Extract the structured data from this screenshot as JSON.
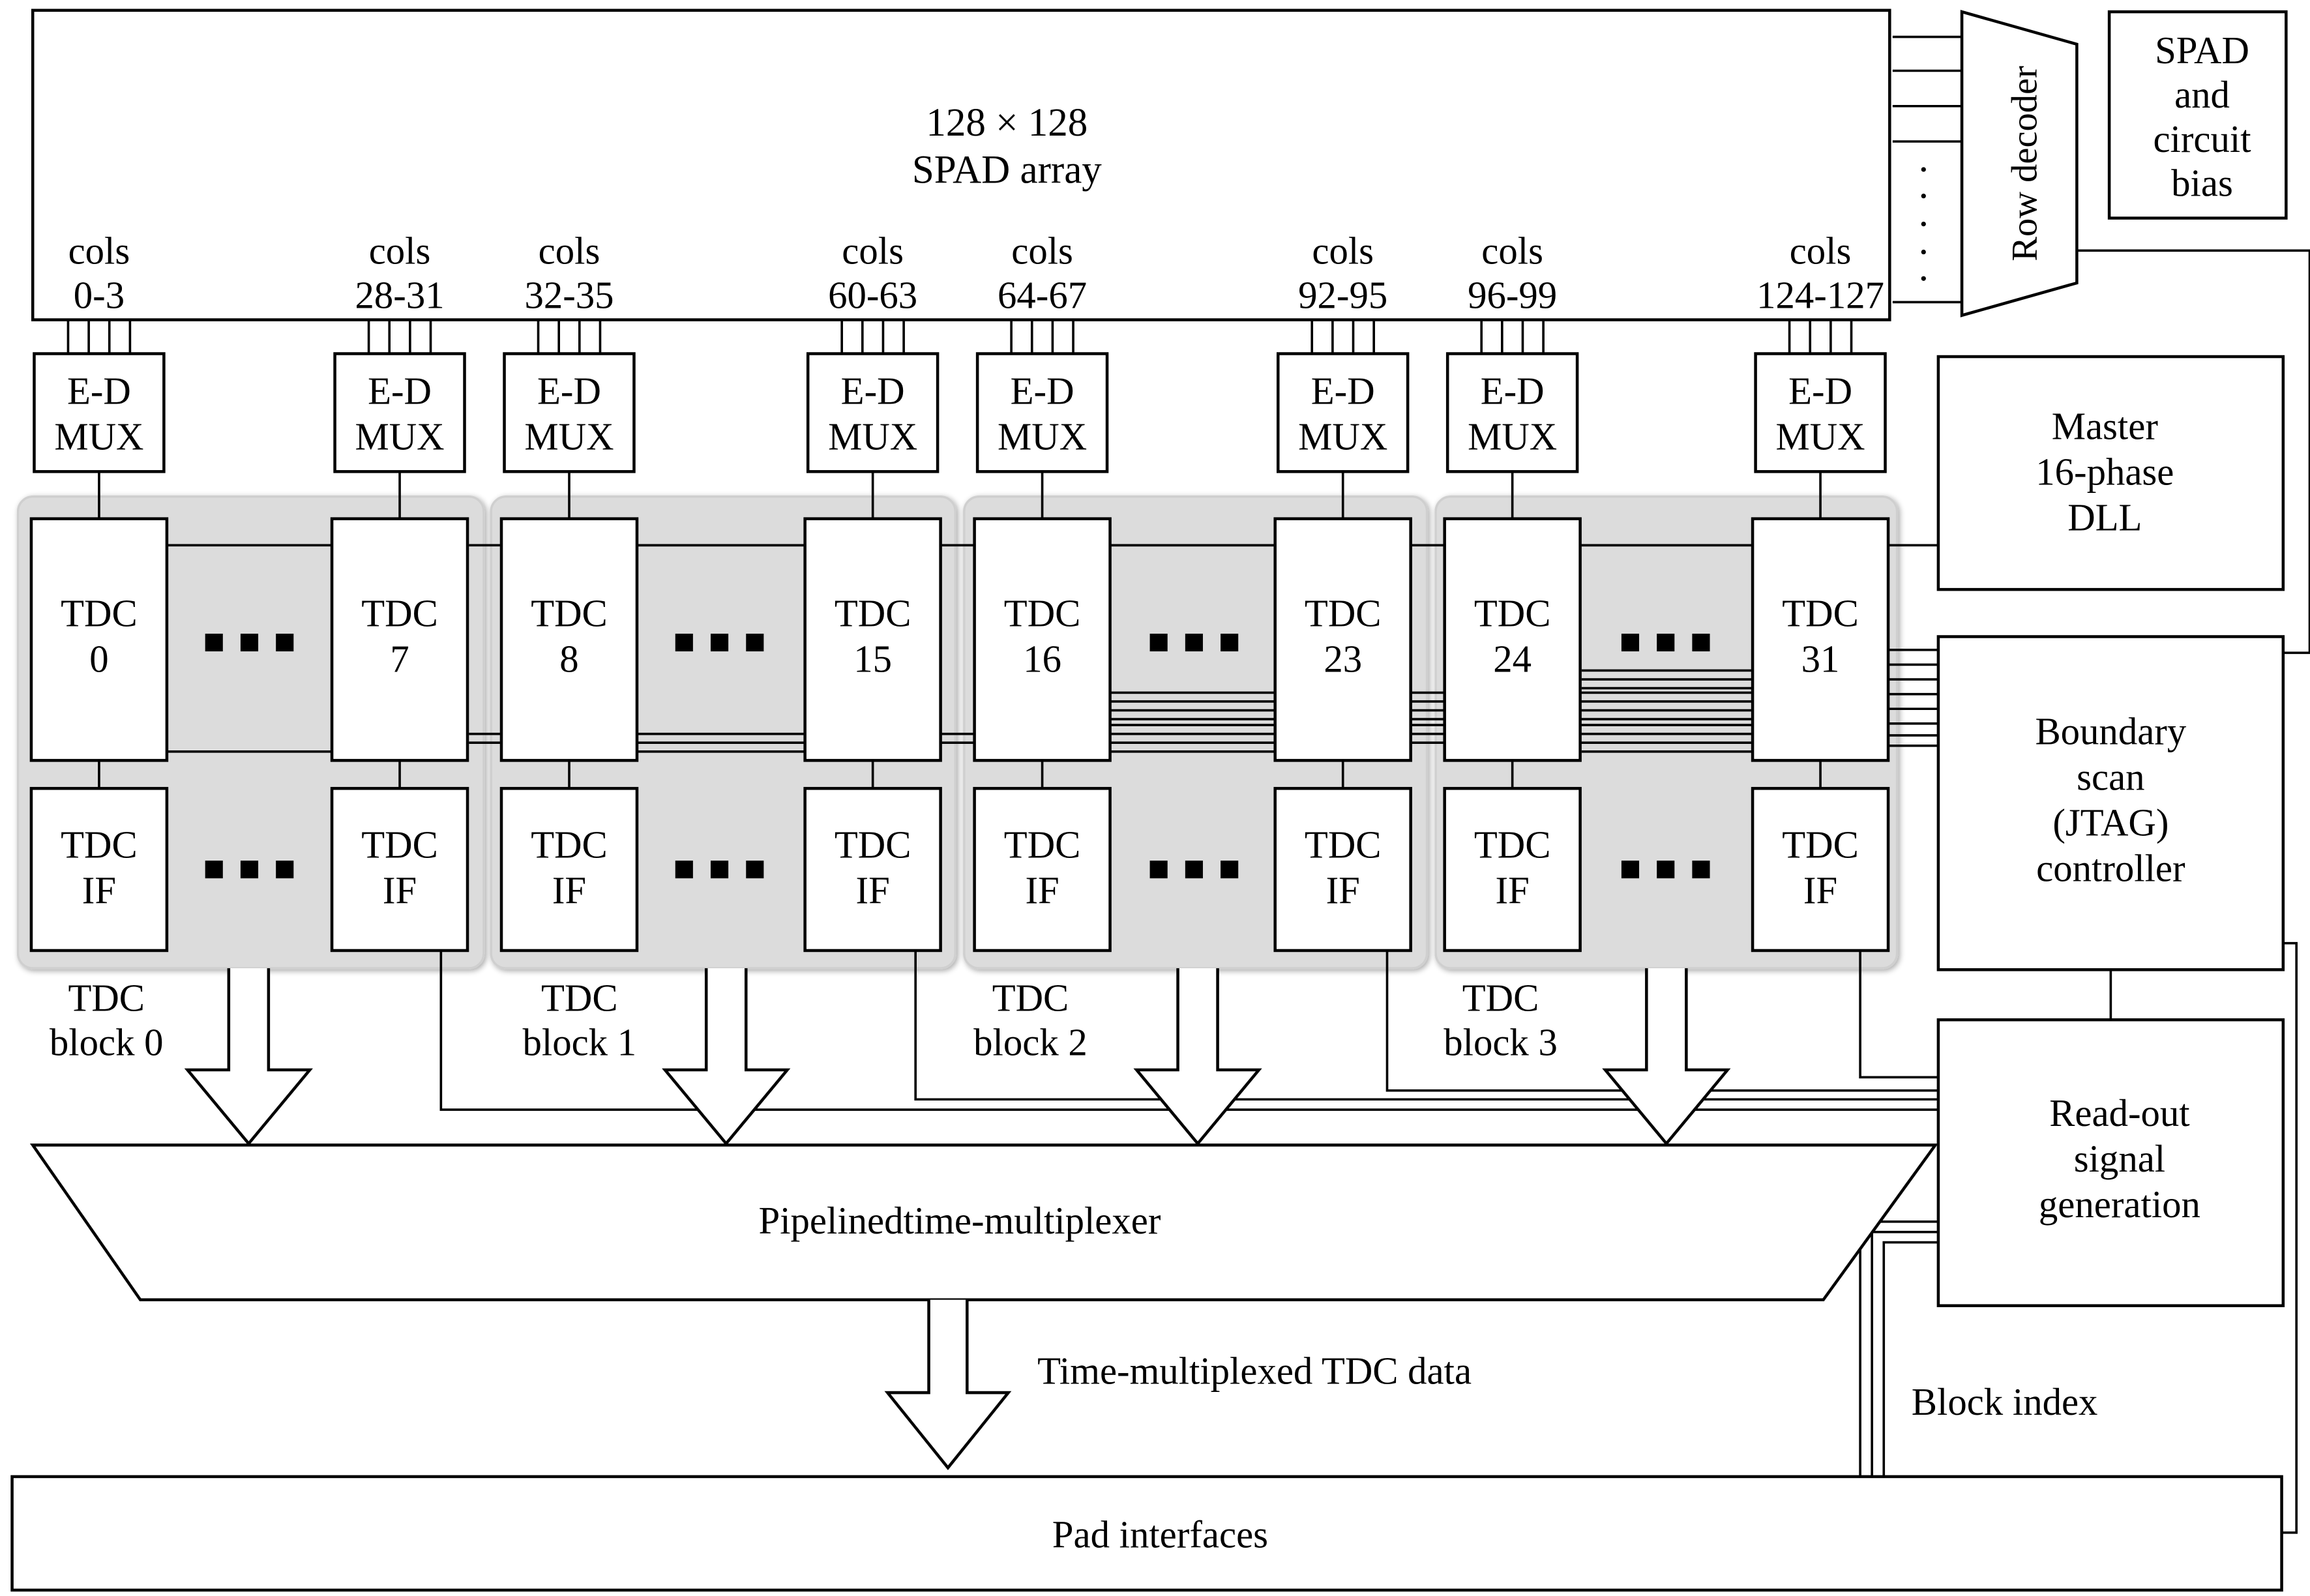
{
  "spad_array": {
    "line1": "128 × 128",
    "line2": "SPAD array"
  },
  "row_decoder": "Row decoder",
  "spad_bias": [
    "SPAD",
    "and",
    "circuit",
    "bias"
  ],
  "column_groups": [
    {
      "word": "cols",
      "range": "0-3"
    },
    {
      "word": "cols",
      "range": "28-31"
    },
    {
      "word": "cols",
      "range": "32-35"
    },
    {
      "word": "cols",
      "range": "60-63"
    },
    {
      "word": "cols",
      "range": "64-67"
    },
    {
      "word": "cols",
      "range": "92-95"
    },
    {
      "word": "cols",
      "range": "96-99"
    },
    {
      "word": "cols",
      "range": "124-127"
    }
  ],
  "mux_label": [
    "E-D",
    "MUX"
  ],
  "tdc_units": [
    {
      "word": "TDC",
      "num": "0"
    },
    {
      "word": "TDC",
      "num": "7"
    },
    {
      "word": "TDC",
      "num": "8"
    },
    {
      "word": "TDC",
      "num": "15"
    },
    {
      "word": "TDC",
      "num": "16"
    },
    {
      "word": "TDC",
      "num": "23"
    },
    {
      "word": "TDC",
      "num": "24"
    },
    {
      "word": "TDC",
      "num": "31"
    }
  ],
  "tdc_if": [
    "TDC",
    "IF"
  ],
  "tdc_blocks": [
    {
      "word": "TDC",
      "label": "block 0"
    },
    {
      "word": "TDC",
      "label": "block 1"
    },
    {
      "word": "TDC",
      "label": "block 2"
    },
    {
      "word": "TDC",
      "label": "block 3"
    }
  ],
  "dll": [
    "Master",
    "16-phase",
    "DLL"
  ],
  "jtag": [
    "Boundary",
    "scan",
    "(JTAG)",
    "controller"
  ],
  "readout": [
    "Read-out",
    "signal",
    "generation"
  ],
  "multiplexer": "Pipelinedtime-multiplexer",
  "tdc_data_label": "Time-multiplexed TDC data",
  "block_index_label": "Block index",
  "pad_interfaces": "Pad interfaces"
}
